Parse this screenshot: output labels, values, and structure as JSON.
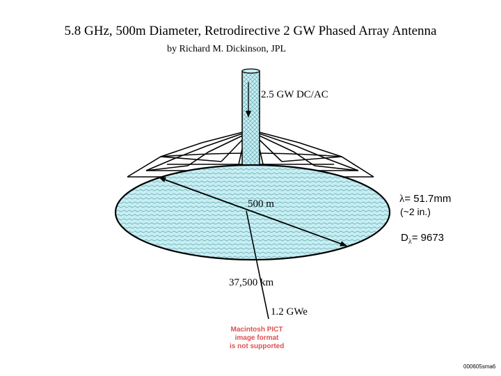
{
  "title": "5.8 GHz, 500m Diameter, Retrodirective 2 GW Phased Array Antenna",
  "byline": "by Richard M. Dickinson, JPL",
  "labels": {
    "power_in": "2.5 GW DC/AC",
    "diameter": "500 m",
    "lambda_value": "= 51.7mm",
    "lambda_symbol": "λ",
    "lambda_inches": "(~2 in.)",
    "d_symbol": "D",
    "d_subscript": "λ",
    "d_value": "= 9673",
    "distance": "37,500 km",
    "power_out": "1.2 GWe"
  },
  "pict_notice": [
    "Macintosh PICT",
    "image format",
    "is not supported"
  ],
  "footer": "000605sma6",
  "colors": {
    "dish_fill": "#bfeaf0",
    "hatch": "#5aa0a8",
    "line": "#000000",
    "pict_text": "#e05050"
  }
}
